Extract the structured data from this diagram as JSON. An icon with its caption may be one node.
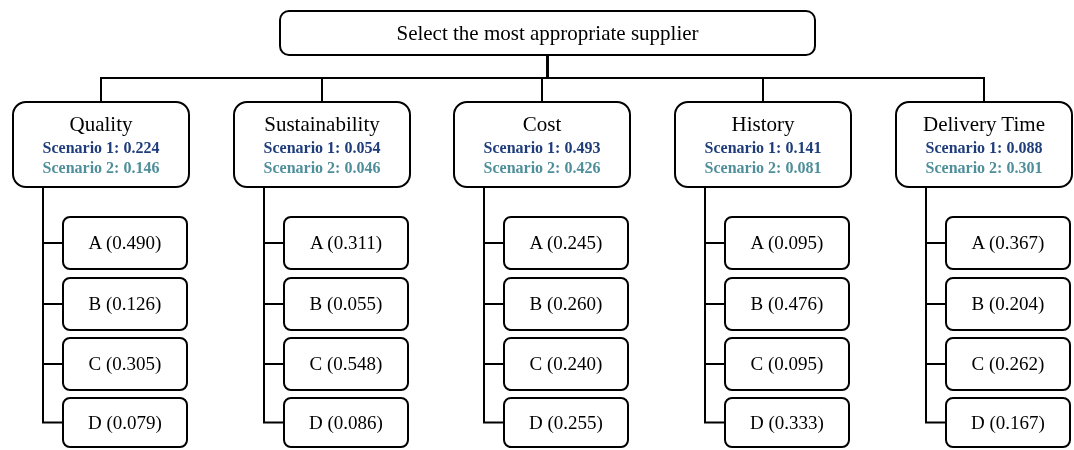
{
  "diagram": {
    "nodes": [
      {
        "text": [
          "Select the most appropriate supplier"
        ]
      },
      {
        "text": [
          "Quality",
          "Scenario 1: 0.224",
          "Scenario 2: 0.146"
        ]
      },
      {
        "text": [
          "Sustainability",
          "Scenario 1: 0.054",
          "Scenario 2: 0.046"
        ]
      },
      {
        "text": [
          "Cost",
          "Scenario 1: 0.493",
          "Scenario 2: 0.426"
        ]
      },
      {
        "text": [
          "History",
          "Scenario 1: 0.141",
          "Scenario 2: 0.081"
        ]
      },
      {
        "text": [
          "Delivery Time",
          "Scenario 1: 0.088",
          "Scenario 2: 0.301"
        ]
      },
      {
        "text": [
          "A (0.490)"
        ]
      },
      {
        "text": [
          "B (0.126)"
        ]
      },
      {
        "text": [
          "C (0.305)"
        ]
      },
      {
        "text": [
          "D (0.079)"
        ]
      },
      {
        "text": [
          "A (0.311)"
        ]
      },
      {
        "text": [
          "B (0.055)"
        ]
      },
      {
        "text": [
          "C (0.548)"
        ]
      },
      {
        "text": [
          "D (0.086)"
        ]
      },
      {
        "text": [
          "A (0.245)"
        ]
      },
      {
        "text": [
          "B (0.260)"
        ]
      },
      {
        "text": [
          "C (0.240)"
        ]
      },
      {
        "text": [
          "D (0.255)"
        ]
      },
      {
        "text": [
          "A (0.095)"
        ]
      },
      {
        "text": [
          "B (0.476)"
        ]
      },
      {
        "text": [
          "C (0.095)"
        ]
      },
      {
        "text": [
          "D (0.333)"
        ]
      },
      {
        "text": [
          "A (0.367)"
        ]
      },
      {
        "text": [
          "B (0.204)"
        ]
      },
      {
        "text": [
          "C (0.262)"
        ]
      },
      {
        "text": [
          "D (0.167)"
        ]
      }
    ],
    "edges": [
      {
        "from": 0,
        "to": 1,
        "arrow": "none"
      },
      {
        "from": 0,
        "to": 2,
        "arrow": "none"
      },
      {
        "from": 0,
        "to": 3,
        "arrow": "none"
      },
      {
        "from": 0,
        "to": 4,
        "arrow": "none"
      },
      {
        "from": 0,
        "to": 5,
        "arrow": "none"
      },
      {
        "from": 1,
        "to": 6,
        "arrow": "none"
      },
      {
        "from": 1,
        "to": 7,
        "arrow": "none"
      },
      {
        "from": 1,
        "to": 8,
        "arrow": "none"
      },
      {
        "from": 1,
        "to": 9,
        "arrow": "none"
      },
      {
        "from": 2,
        "to": 10,
        "arrow": "none"
      },
      {
        "from": 2,
        "to": 11,
        "arrow": "none"
      },
      {
        "from": 2,
        "to": 12,
        "arrow": "none"
      },
      {
        "from": 2,
        "to": 13,
        "arrow": "none"
      },
      {
        "from": 3,
        "to": 14,
        "arrow": "none"
      },
      {
        "from": 3,
        "to": 15,
        "arrow": "none"
      },
      {
        "from": 3,
        "to": 16,
        "arrow": "none"
      },
      {
        "from": 3,
        "to": 17,
        "arrow": "none"
      },
      {
        "from": 4,
        "to": 18,
        "arrow": "none"
      },
      {
        "from": 4,
        "to": 19,
        "arrow": "none"
      },
      {
        "from": 4,
        "to": 20,
        "arrow": "none"
      },
      {
        "from": 4,
        "to": 21,
        "arrow": "none"
      },
      {
        "from": 5,
        "to": 22,
        "arrow": "none"
      },
      {
        "from": 5,
        "to": 23,
        "arrow": "none"
      },
      {
        "from": 5,
        "to": 24,
        "arrow": "none"
      },
      {
        "from": 5,
        "to": 25,
        "arrow": "none"
      }
    ]
  }
}
